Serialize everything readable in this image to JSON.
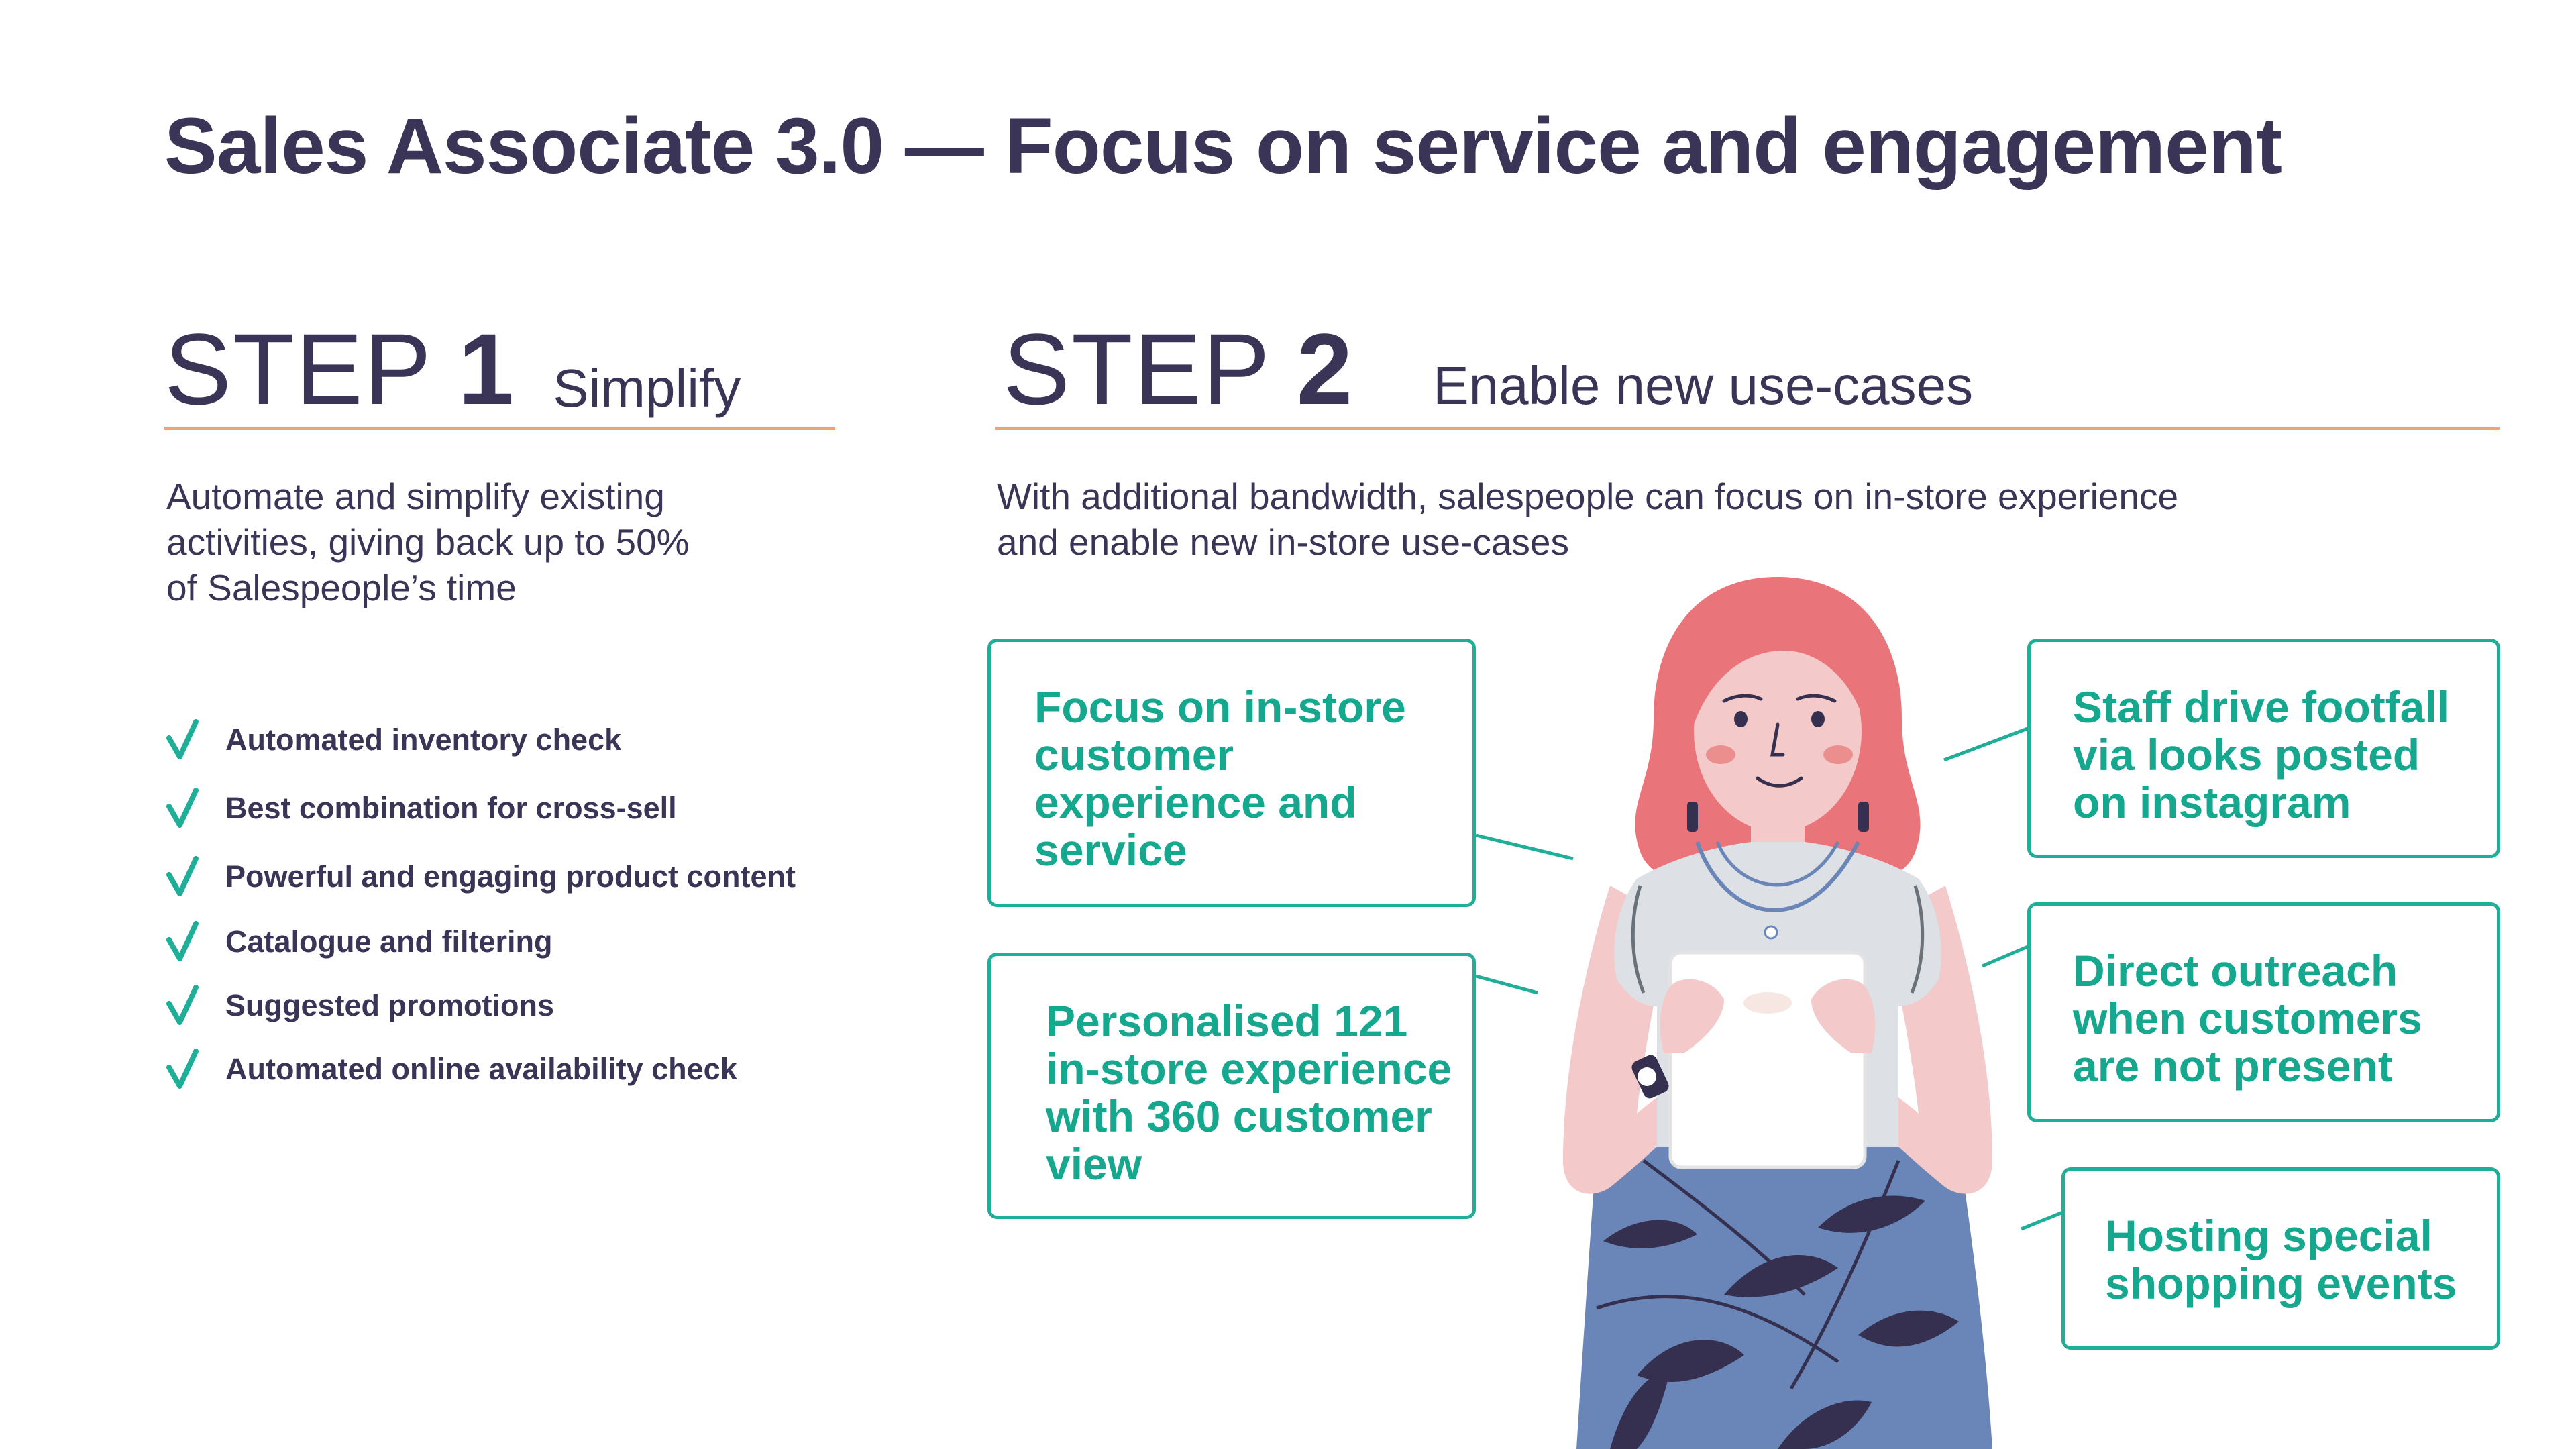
{
  "title": "Sales Associate 3.0 — Focus on service and engagement",
  "step1": {
    "word": "STEP",
    "number": "1",
    "subtitle": "Simplify",
    "description": [
      "Automate and simplify existing",
      "activities, giving back up to 50%",
      "of Salespeople’s time"
    ],
    "items": [
      "Automated inventory check",
      "Best combination for cross-sell",
      "Powerful and engaging product content",
      "Catalogue and filtering",
      "Suggested promotions",
      "Automated online availability check"
    ]
  },
  "step2": {
    "word": "STEP",
    "number": "2",
    "subtitle": "Enable new use-cases",
    "description": [
      "With additional bandwidth, salespeople can focus on in-store experience",
      "and enable new in-store use-cases"
    ],
    "use_cases": {
      "focus": [
        "Focus on in-store",
        "customer",
        "experience and",
        "service"
      ],
      "personalised": [
        "Personalised 121",
        "in-store experience",
        "with 360 customer",
        "view"
      ],
      "footfall": [
        "Staff drive footfall",
        "via looks posted",
        "on instagram"
      ],
      "outreach": [
        "Direct outreach",
        "when customers",
        "are not present"
      ],
      "events": [
        "Hosting special",
        "shopping events"
      ]
    }
  },
  "colors": {
    "heading": "#3a3556",
    "accent_line": "#f0a07a",
    "teal": "#1fae97",
    "hair": "#e9757a",
    "skin": "#f3c9c9",
    "shirt": "#dde1e6",
    "skirt": "#6a86b8",
    "skirt_pattern": "#35304f"
  },
  "icons": [
    "check-icon",
    "woman-with-tablet-illustration"
  ]
}
